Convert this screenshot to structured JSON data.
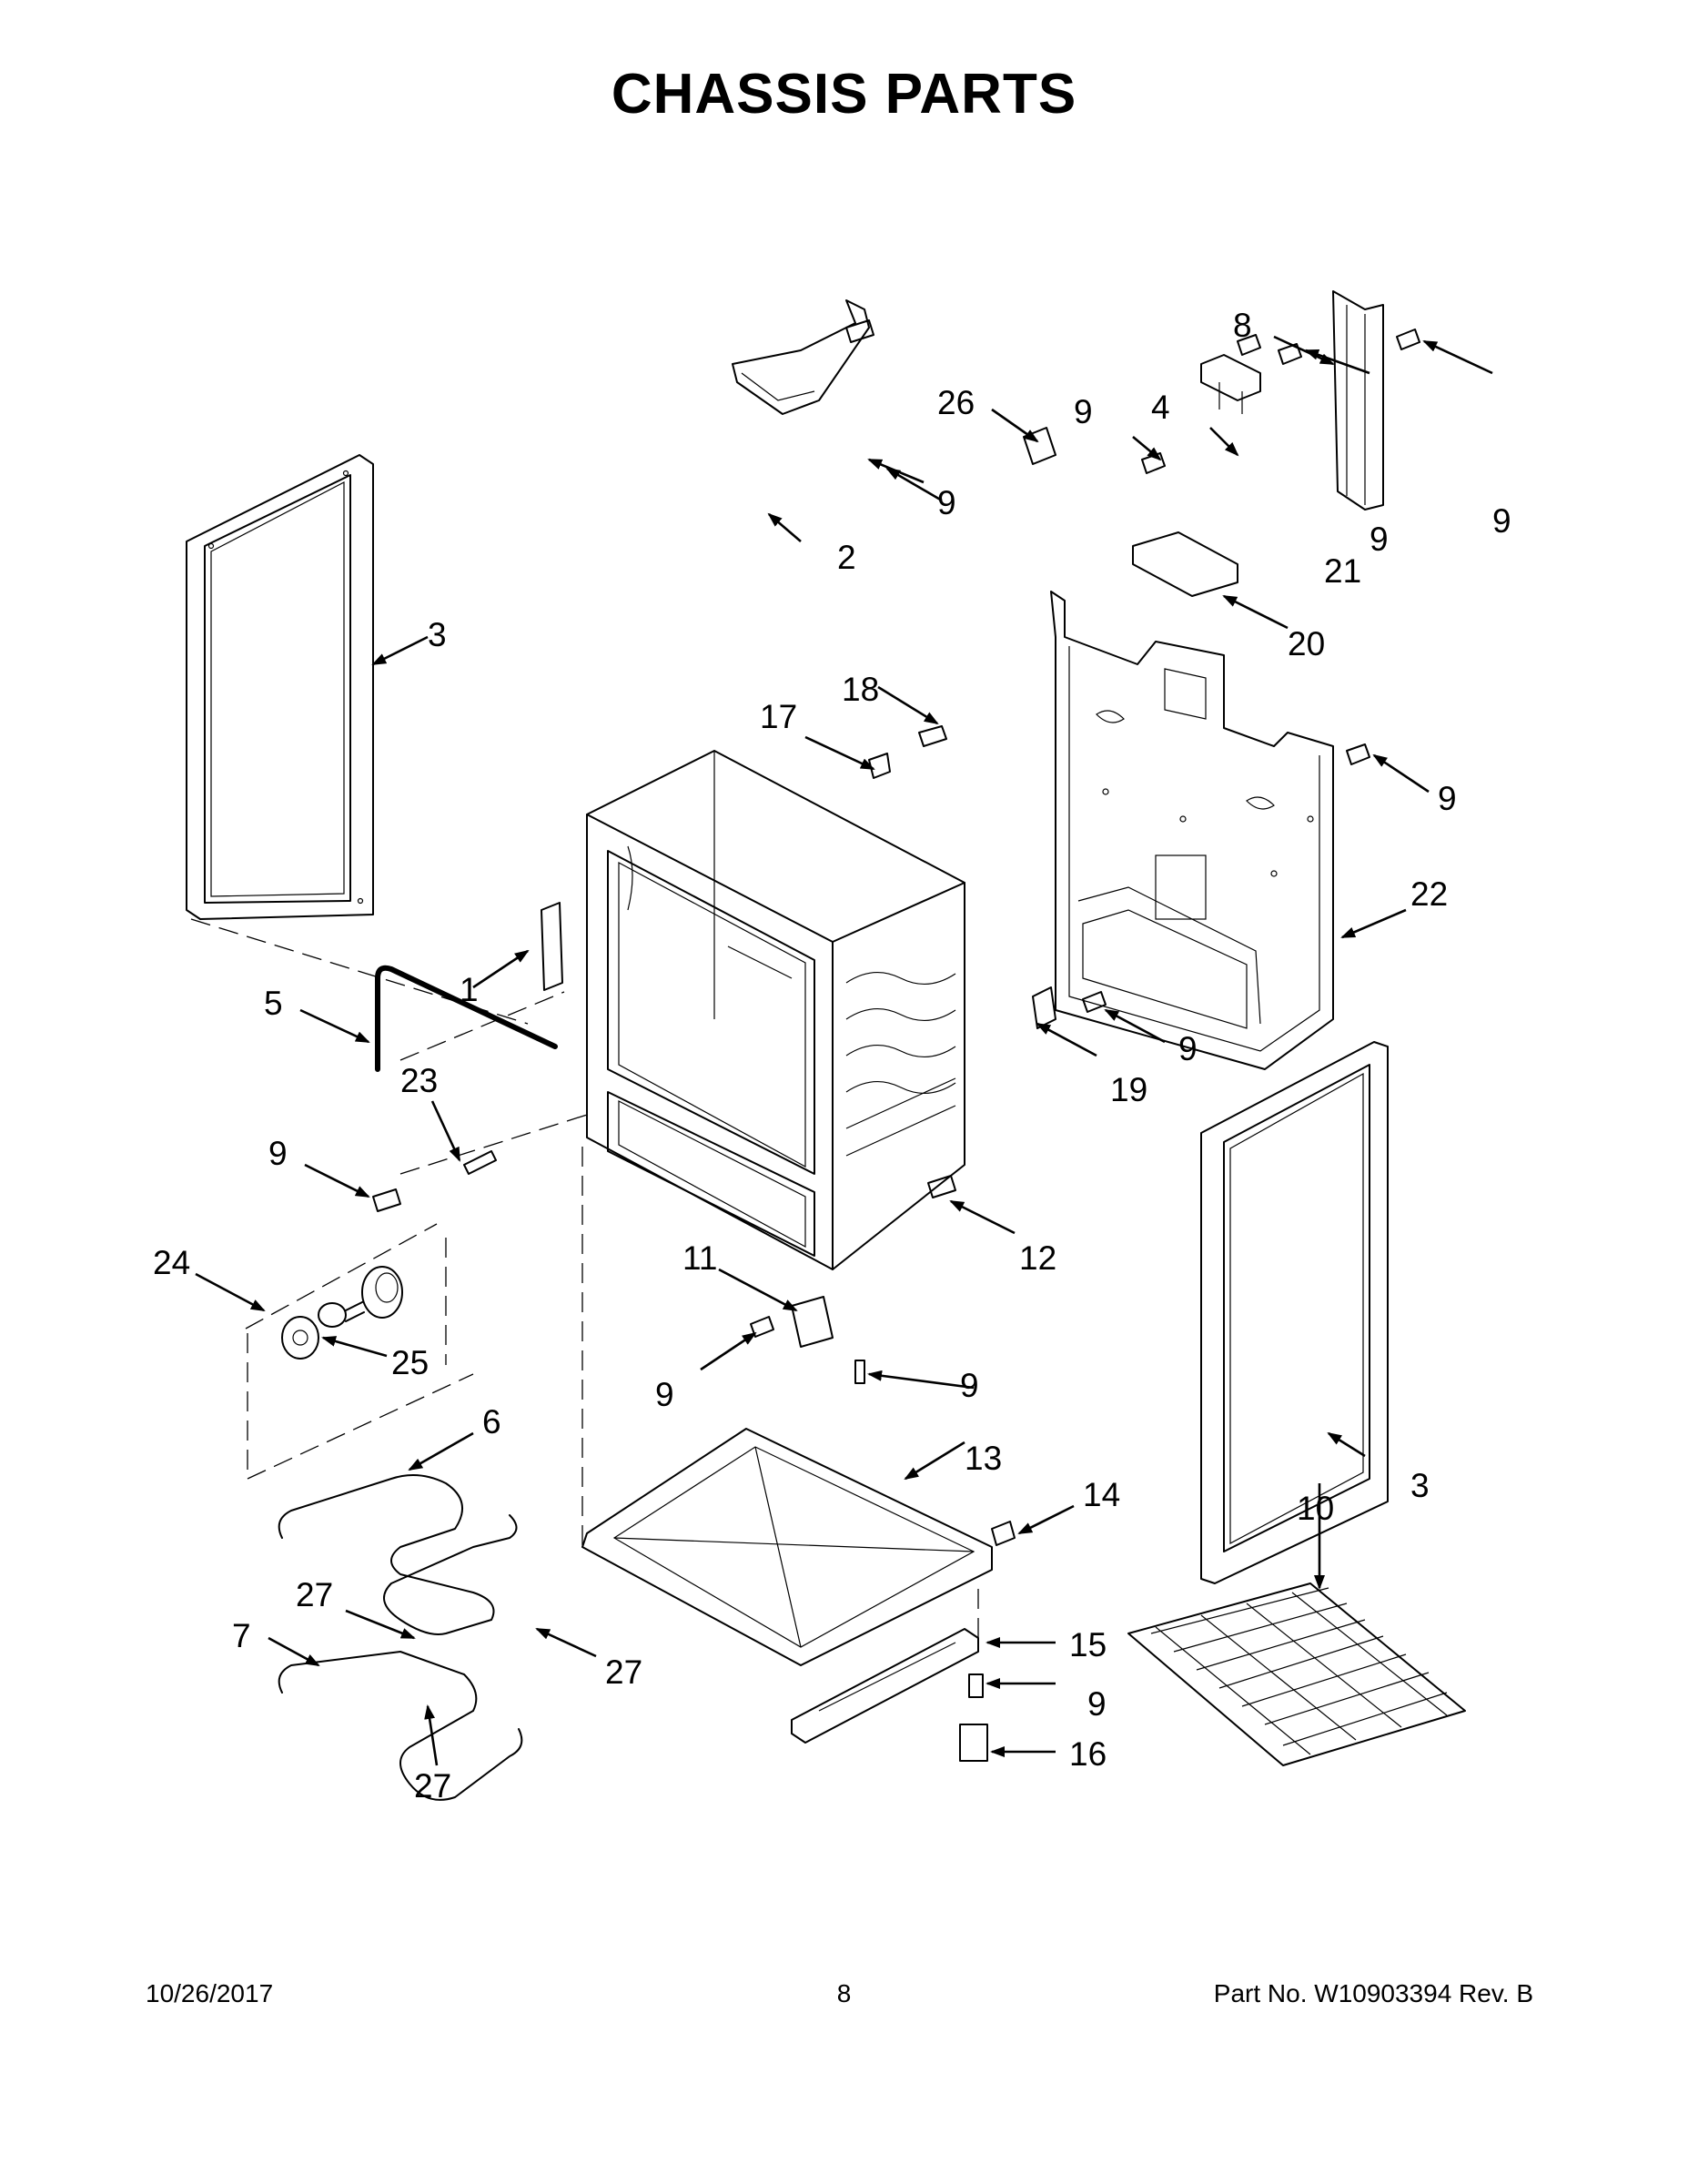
{
  "title": "CHASSIS PARTS",
  "footer": {
    "date": "10/26/2017",
    "page": "8",
    "part_number": "Part No.  W10903394  Rev.  B"
  },
  "callouts": {
    "c1": "1",
    "c2": "2",
    "c3a": "3",
    "c3b": "3",
    "c4": "4",
    "c5": "5",
    "c6": "6",
    "c7": "7",
    "c8": "8",
    "c9a": "9",
    "c9b": "9",
    "c9c": "9",
    "c9d": "9",
    "c9e": "9",
    "c9f": "9",
    "c9g": "9",
    "c9h": "9",
    "c9i": "9",
    "c9j": "9",
    "c10": "10",
    "c11": "11",
    "c12": "12",
    "c13": "13",
    "c14": "14",
    "c15": "15",
    "c16": "16",
    "c17": "17",
    "c18": "18",
    "c19": "19",
    "c20": "20",
    "c21": "21",
    "c22": "22",
    "c23": "23",
    "c24": "24",
    "c25": "25",
    "c26": "26",
    "c27a": "27",
    "c27b": "27",
    "c27c": "27"
  }
}
